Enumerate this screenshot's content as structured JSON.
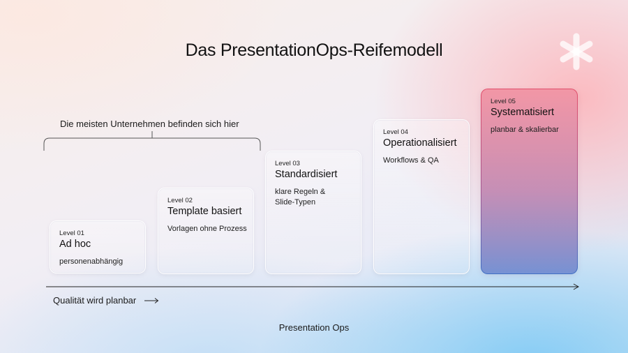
{
  "title": "Das PresentationOps-Reifemodell",
  "bracket_label": "Die meisten Unternehmen befinden sich hier",
  "levels": [
    {
      "level": "Level 01",
      "name": "Ad hoc",
      "description": "personenabhängig"
    },
    {
      "level": "Level 02",
      "name": "Template basiert",
      "description": "Vorlagen ohne Prozess"
    },
    {
      "level": "Level 03",
      "name": "Standardisiert",
      "description": "klare Regeln & Slide-Typen"
    },
    {
      "level": "Level 04",
      "name": "Operationalisiert",
      "description": "Workflows & QA"
    },
    {
      "level": "Level 05",
      "name": "Systematisiert",
      "description": "planbar & skalierbar"
    }
  ],
  "axis_label": "Qualität wird planbar",
  "footer": "Presentation Ops",
  "colors": {
    "highlight_border_top": "#e24e6a",
    "highlight_border_bottom": "#3f6fc4",
    "axis": "#222222"
  },
  "icons": [
    "asterisk-logo-icon",
    "arrow-right-icon"
  ]
}
